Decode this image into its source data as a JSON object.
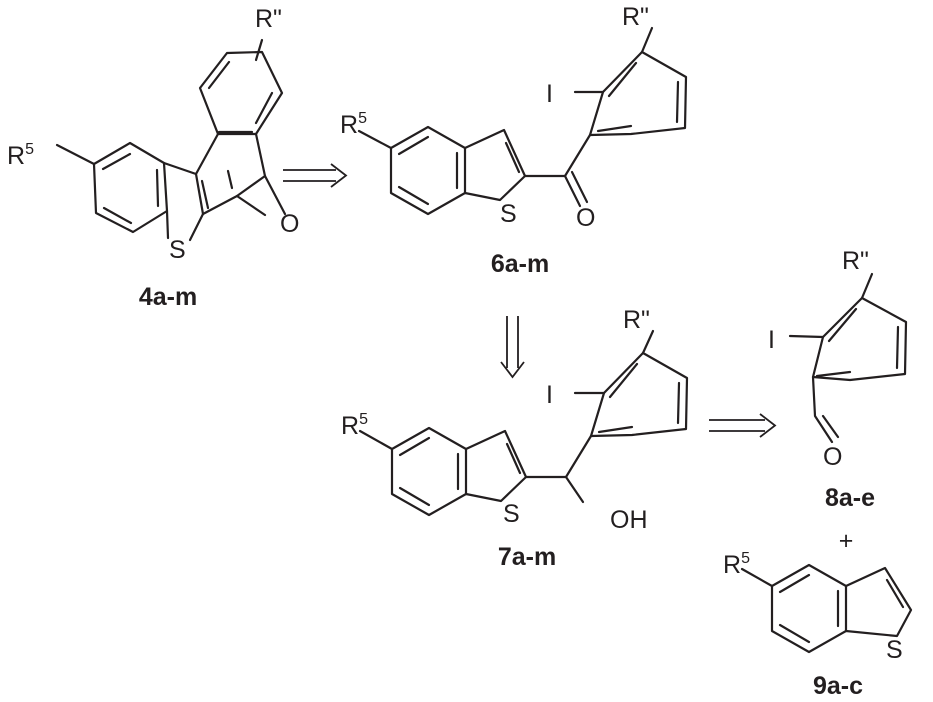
{
  "compounds": [
    {
      "id": "4",
      "label": "4a-m",
      "atoms": {
        "r5": "R",
        "r5_sup": "5",
        "rpp": "R\"",
        "s": "S",
        "o": "O"
      }
    },
    {
      "id": "6",
      "label": "6a-m",
      "atoms": {
        "r5": "R",
        "r5_sup": "5",
        "rpp": "R\"",
        "i": "I",
        "s": "S",
        "o": "O"
      }
    },
    {
      "id": "7",
      "label": "7a-m",
      "atoms": {
        "r5": "R",
        "r5_sup": "5",
        "rpp": "R\"",
        "i": "I",
        "s": "S",
        "oh": "OH"
      }
    },
    {
      "id": "8",
      "label": "8a-e",
      "atoms": {
        "rpp": "R\"",
        "i": "I",
        "o": "O"
      }
    },
    {
      "id": "9",
      "label": "9a-c",
      "atoms": {
        "r5": "R",
        "r5_sup": "5",
        "s": "S"
      }
    }
  ],
  "plus_sign": "+",
  "arrows": [
    "retrosynthetic",
    "retrosynthetic",
    "retrosynthetic"
  ]
}
